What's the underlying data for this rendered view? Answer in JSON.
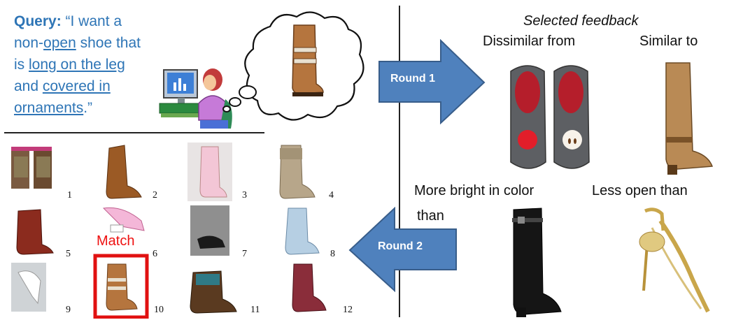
{
  "query": {
    "label": "Query:",
    "open_quote": " “I want a",
    "line2_pre": "non-",
    "line2_u": "open",
    "line2_post": " shoe that",
    "line3_pre": "is ",
    "line3_u": "long on the leg",
    "line4_pre": "and ",
    "line4_u": "covered in",
    "line5_u": "ornaments",
    "line5_post": ".”"
  },
  "rounds": {
    "round1": "Round 1",
    "round2": "Round 2"
  },
  "feedback": {
    "heading": "Selected feedback",
    "dissimilar": "Dissimilar from",
    "similar": "Similar to",
    "bright_line1": "More bright in color",
    "bright_line2": "than",
    "less_open": "Less open than"
  },
  "grid": {
    "numbers": [
      "1",
      "2",
      "3",
      "4",
      "5",
      "6",
      "7",
      "8",
      "9",
      "10",
      "11",
      "12"
    ],
    "match_label": "Match",
    "match_index": 10
  },
  "colors": {
    "query_text": "#2e75b6",
    "arrow_fill": "#4f81bd",
    "arrow_stroke": "#385d8a",
    "match_box": "#e11111"
  }
}
